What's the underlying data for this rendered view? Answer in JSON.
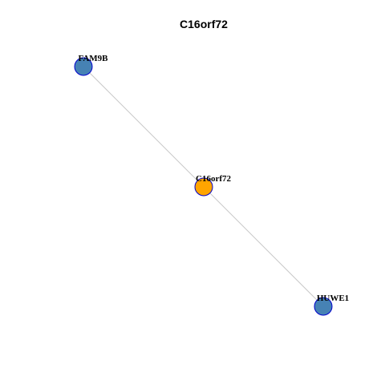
{
  "title": "C16orf72",
  "colors": {
    "center_node_fill": "#FFA500",
    "neighbor_node_fill": "#4682B4",
    "node_stroke": "#0000CD",
    "edge": "#C8C8C8"
  },
  "nodes": [
    {
      "id": "FAM9B",
      "label": "FAM9B",
      "role": "neighbor"
    },
    {
      "id": "C16orf72",
      "label": "C16orf72",
      "role": "center"
    },
    {
      "id": "HUWE1",
      "label": "HUWE1",
      "role": "neighbor"
    }
  ],
  "edges": [
    {
      "source": "FAM9B",
      "target": "C16orf72"
    },
    {
      "source": "C16orf72",
      "target": "HUWE1"
    }
  ]
}
